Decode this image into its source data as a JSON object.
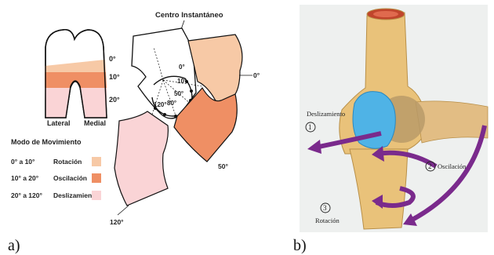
{
  "panel_a": {
    "letter": "a)",
    "center_label": "Centro Instantáneo",
    "condyle_degrees": [
      "0°",
      "10°",
      "20°"
    ],
    "condyle_side_labels": [
      "Lateral",
      "Medial"
    ],
    "legend_title": "Modo de Movimiento",
    "legend_items": [
      {
        "range": "0° a 10°",
        "mode": "Rotación",
        "color": "#f7c9a6"
      },
      {
        "range": "10° a 20°",
        "mode": "Oscilación",
        "color": "#ef8f64"
      },
      {
        "range": "20° a 120°",
        "mode": "Deslizamiento",
        "color": "#fad4d6"
      }
    ],
    "arc_degrees": [
      "0°",
      "10°",
      "50°",
      "80°",
      "120°"
    ],
    "segment_degrees": [
      "0°",
      "50°",
      "120°"
    ]
  },
  "panel_b": {
    "letter": "b)",
    "movements": [
      {
        "number": "1",
        "label": "Deslizamiento"
      },
      {
        "number": "2",
        "label": "Oscilación"
      },
      {
        "number": "3",
        "label": "Rotación"
      }
    ],
    "colors": {
      "bone": "#e9c27a",
      "cartilage": "#4fb3e6",
      "arrow": "#7a2a8c"
    }
  }
}
